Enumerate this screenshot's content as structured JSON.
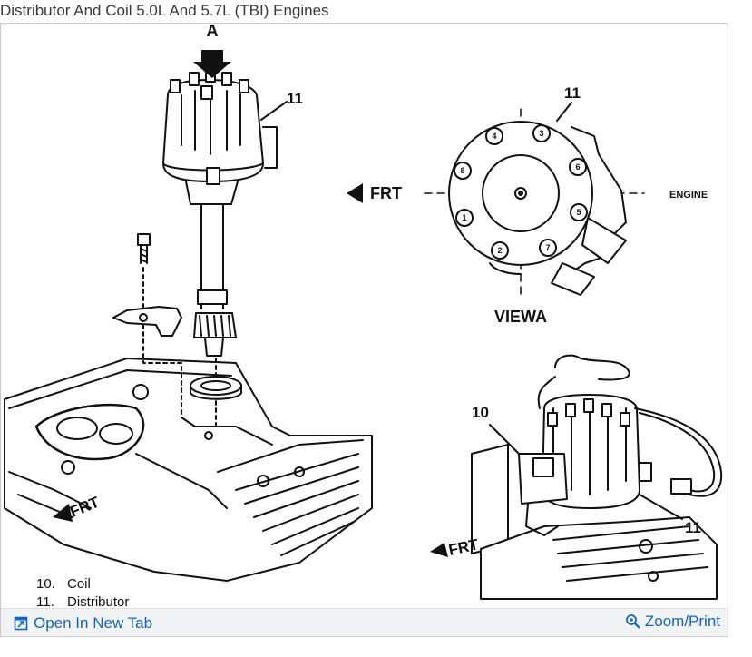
{
  "title": "Distributor And Coil 5.0L And 5.7L (TBI) Engines",
  "diagram": {
    "label_a": "A",
    "label_11_top": "11",
    "label_11_view": "11",
    "label_11_bottom": "11",
    "label_10": "10",
    "frt_view": "FRT",
    "frt_left": "FRT",
    "frt_right": "FRT",
    "engine_label": "ENGINE",
    "view_a_label": "VIEWA",
    "cap_numbers": [
      "4",
      "3",
      "8",
      "6",
      "1",
      "5",
      "2",
      "7"
    ]
  },
  "legend": [
    {
      "num": "10.",
      "text": "Coil"
    },
    {
      "num": "11.",
      "text": "Distributor"
    }
  ],
  "footer": {
    "open_tab": "Open In New Tab",
    "zoom_print": "Zoom/Print"
  }
}
